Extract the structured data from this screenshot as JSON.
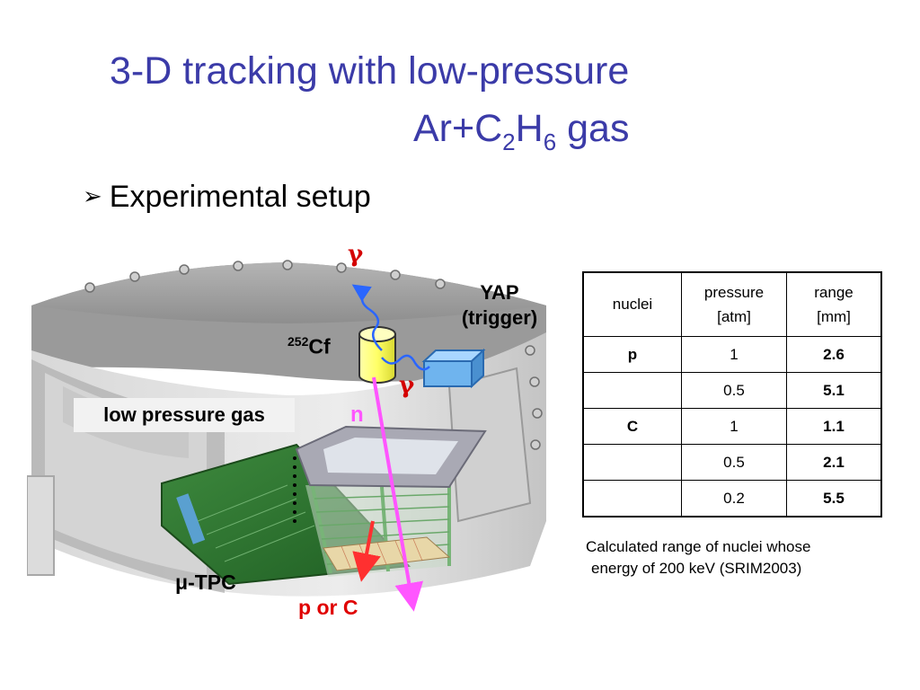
{
  "slide": {
    "title_line1": "3-D tracking with low-pressure",
    "title_line2_pre": "Ar+C",
    "title_sub1": "2",
    "title_mid": "H",
    "title_sub2": "6",
    "title_post": " gas",
    "bullet_glyph": "➢",
    "bullet_text": "Experimental setup"
  },
  "diagram": {
    "gamma_top": "γ",
    "gamma_mid": "γ",
    "yap_line1": "YAP",
    "yap_line2": "(trigger)",
    "source_sup": "252",
    "source_el": "Cf",
    "neutron": "n",
    "gas_label": "low pressure gas",
    "tpc_mu": "μ",
    "tpc_label": "-TPC",
    "recoil_label": "p or C",
    "colors": {
      "gamma": "#d40000",
      "neutron": "#ff55ff",
      "recoil": "#e00000",
      "title": "#3b3ba8"
    }
  },
  "table": {
    "headers": [
      {
        "line1": "nuclei",
        "line2": ""
      },
      {
        "line1": "pressure",
        "line2": "[atm]"
      },
      {
        "line1": "range",
        "line2": "[mm]"
      }
    ],
    "rows": [
      {
        "nuclei": "p",
        "pressure": "1",
        "range": "2.6"
      },
      {
        "nuclei": "",
        "pressure": "0.5",
        "range": "5.1"
      },
      {
        "nuclei": "C",
        "pressure": "1",
        "range": "1.1"
      },
      {
        "nuclei": "",
        "pressure": "0.5",
        "range": "2.1"
      },
      {
        "nuclei": "",
        "pressure": "0.2",
        "range": "5.5"
      }
    ],
    "caption_line1": "Calculated range of nuclei whose",
    "caption_line2": "energy of 200 keV (SRIM2003)"
  }
}
